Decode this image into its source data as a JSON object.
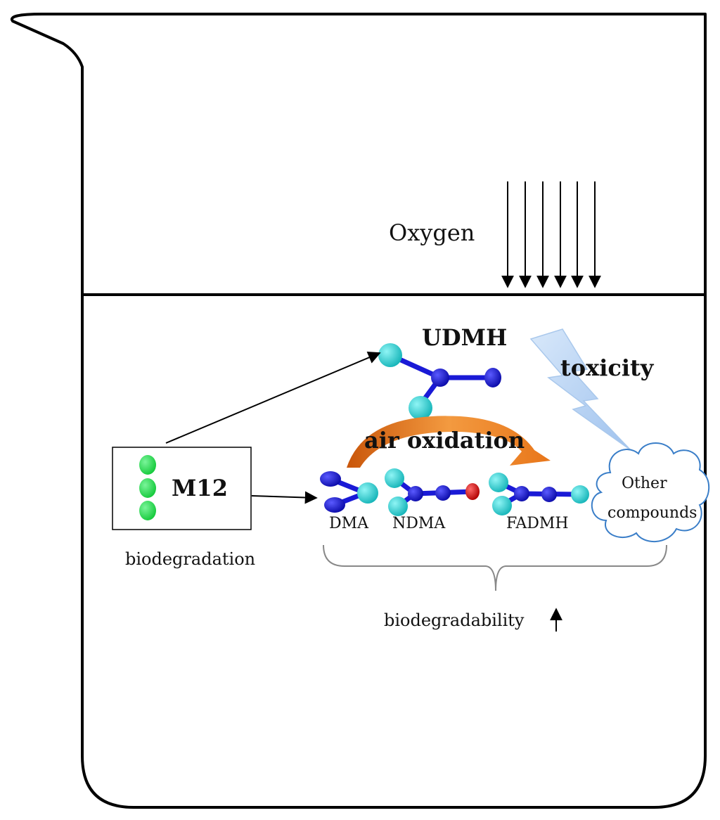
{
  "labels": {
    "oxygen": "Oxygen",
    "udmh": "UDMH",
    "toxicity": "toxicity",
    "air_oxidation": "air oxidation",
    "m12": "M12",
    "biodegradation": "biodegradation",
    "dma": "DMA",
    "ndma": "NDMA",
    "fadmh": "FADMH",
    "other_line1": "Other",
    "other_line2": "compounds",
    "biodegradability": "biodegradability"
  },
  "colors": {
    "nitrogen_blue": "#1a1ad6",
    "carbon_cyan": "#2ad8d8",
    "oxygen_red": "#e01010",
    "bacteria_green": "#22e04a",
    "arrow_orange": "#e8761a",
    "bolt_blue": "#bcd7f5",
    "cloud_outline": "#3a7ec8",
    "brace_gray": "#888888"
  }
}
